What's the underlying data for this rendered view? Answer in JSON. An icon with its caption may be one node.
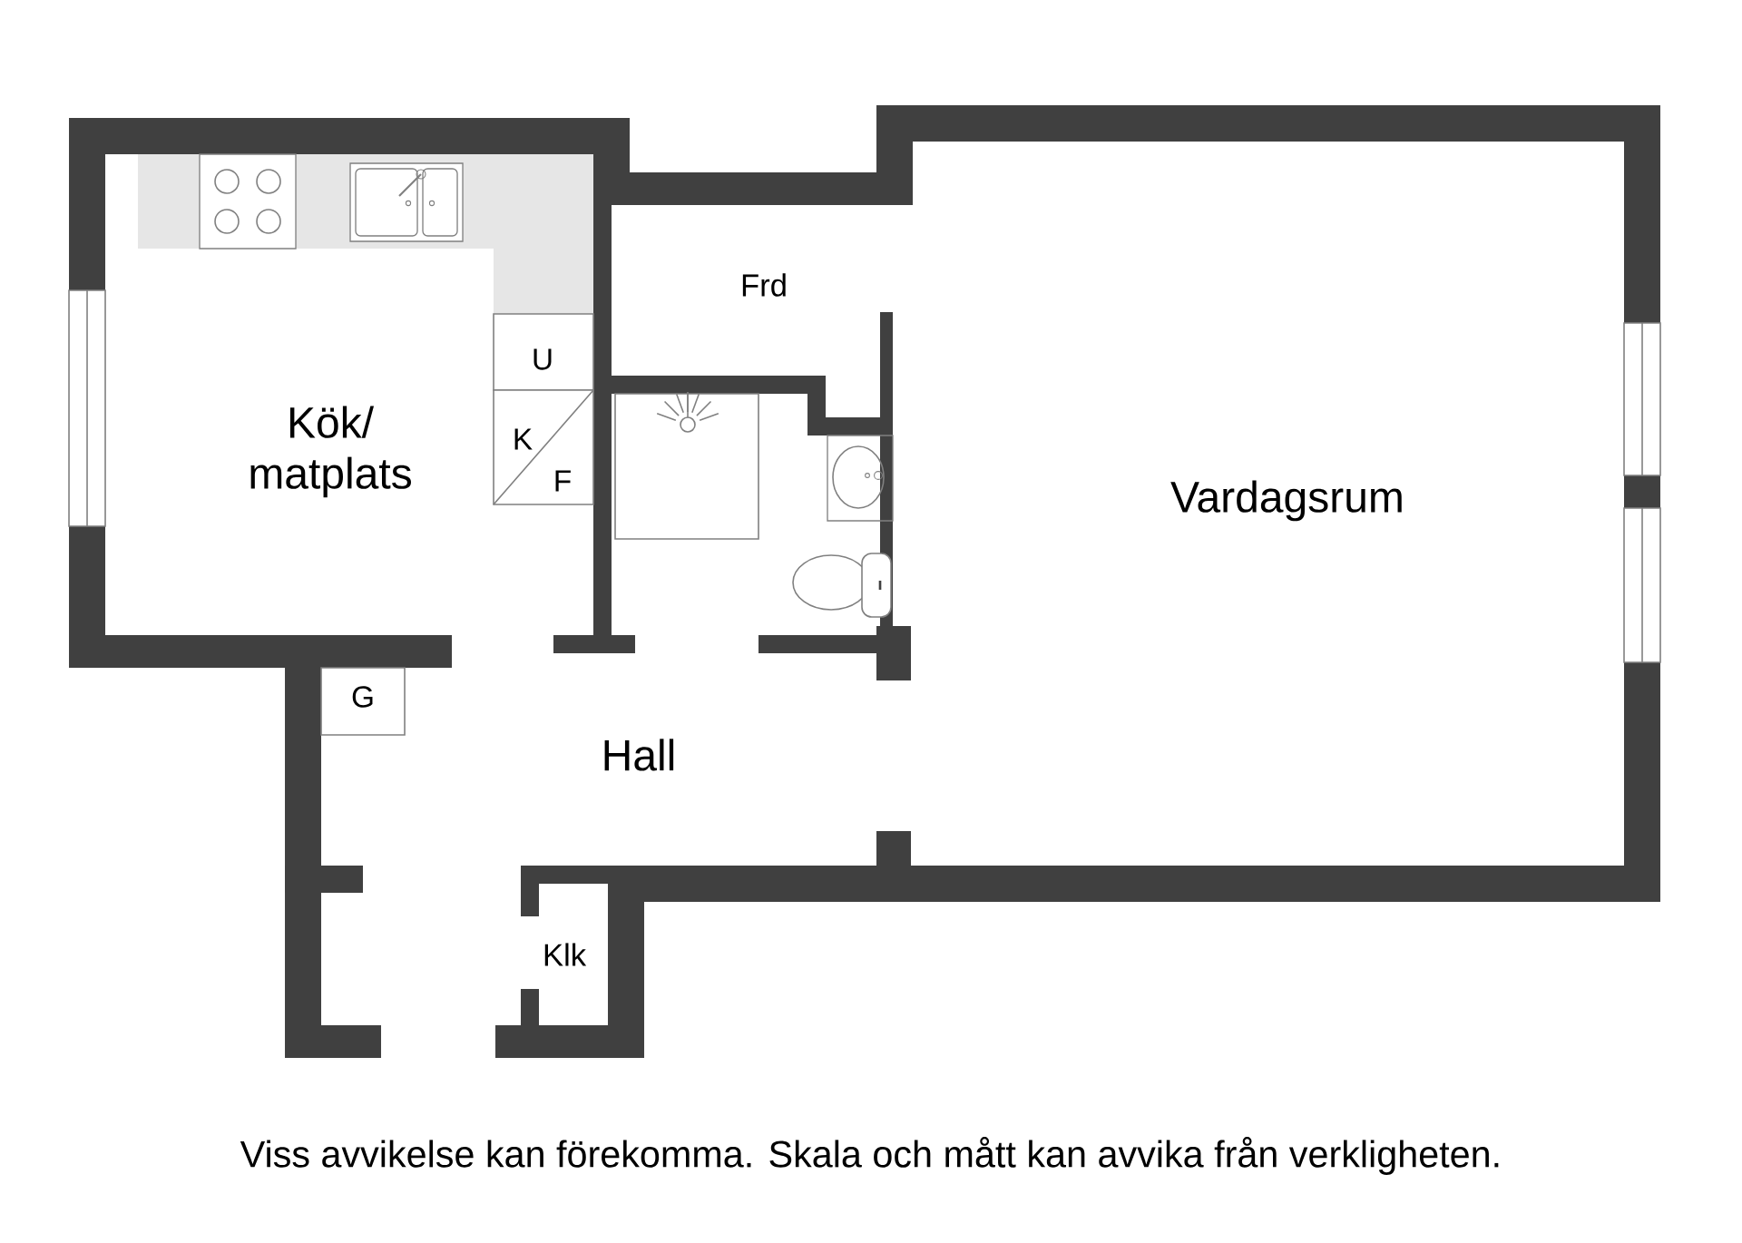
{
  "diagram": {
    "caption": "Viss avvikelse kan förekomma. Skala och mått kan avvika från verkligheten.",
    "nodes": [
      {
        "text": [
          "U"
        ]
      },
      {
        "text": [
          "K",
          "F"
        ]
      },
      {
        "text": [
          "G"
        ]
      }
    ],
    "labels": [
      "Frd",
      "Kök/ matplats",
      "Vardagsrum",
      "Hall",
      "Klk"
    ]
  }
}
